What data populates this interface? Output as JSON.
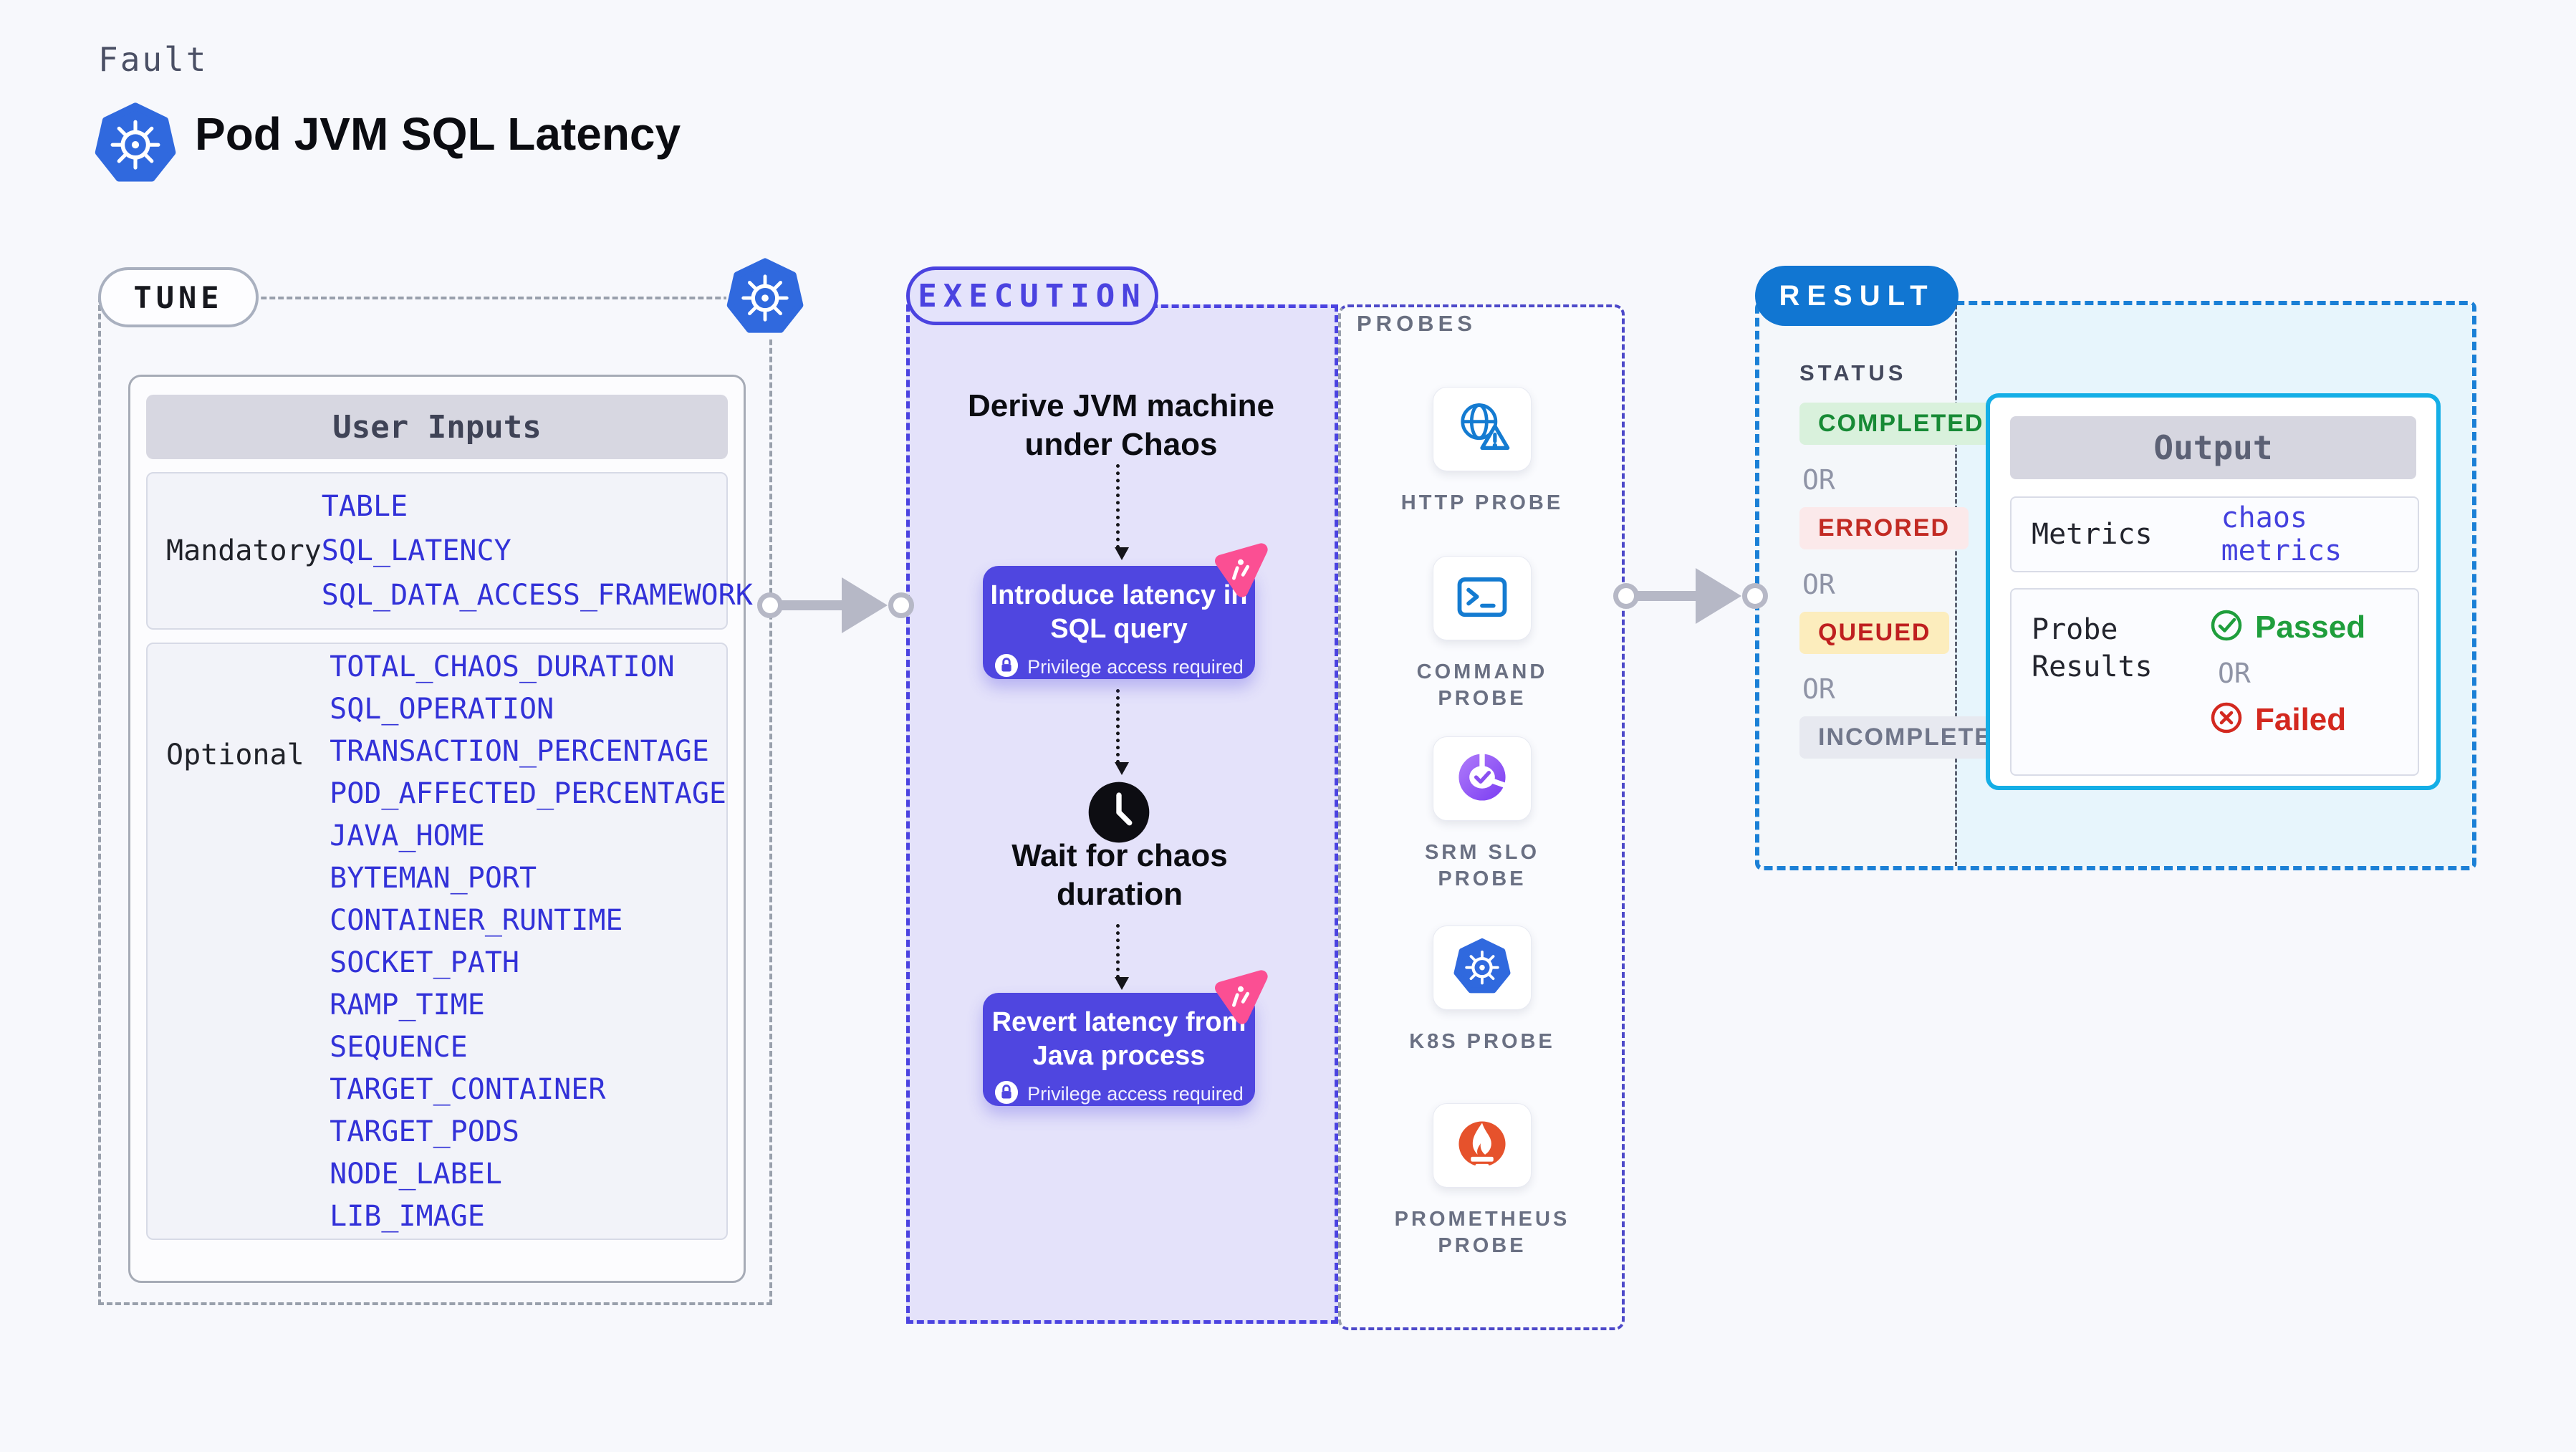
{
  "page": {
    "eyebrow": "Fault",
    "title": "Pod JVM SQL Latency"
  },
  "tune": {
    "badge": "TUNE",
    "card_header": "User Inputs",
    "mandatory": {
      "label": "Mandatory",
      "params": [
        "TABLE",
        "SQL_LATENCY",
        "SQL_DATA_ACCESS_FRAMEWORK"
      ]
    },
    "optional": {
      "label": "Optional",
      "params": [
        "TOTAL_CHAOS_DURATION",
        "SQL_OPERATION",
        "TRANSACTION_PERCENTAGE",
        "POD_AFFECTED_PERCENTAGE",
        "JAVA_HOME",
        "BYTEMAN_PORT",
        "CONTAINER_RUNTIME",
        "SOCKET_PATH",
        "RAMP_TIME",
        "SEQUENCE",
        "TARGET_CONTAINER",
        "TARGET_PODS",
        "NODE_LABEL",
        "LIB_IMAGE"
      ]
    }
  },
  "execution": {
    "badge": "EXECUTION",
    "step_derive": "Derive JVM machine under Chaos",
    "action_introduce": "Introduce latency in SQL query",
    "wait_step": "Wait for chaos duration",
    "action_revert": "Revert latency from Java process",
    "privilege_note": "Privilege access required"
  },
  "probes": {
    "label": "PROBES",
    "items": [
      {
        "name": "HTTP PROBE",
        "icon": "globe-alert-icon"
      },
      {
        "name": "COMMAND PROBE",
        "icon": "terminal-icon"
      },
      {
        "name": "SRM SLO PROBE",
        "icon": "slo-pie-icon"
      },
      {
        "name": "K8S PROBE",
        "icon": "kubernetes-icon"
      },
      {
        "name": "PROMETHEUS PROBE",
        "icon": "prometheus-icon"
      }
    ]
  },
  "result": {
    "badge": "RESULT",
    "status_label": "STATUS",
    "or_label": "OR",
    "statuses": [
      {
        "label": "COMPLETED",
        "bg": "#d9f1dc",
        "color": "#178a35"
      },
      {
        "label": "ERRORED",
        "bg": "#fbe9ea",
        "color": "#c22a23"
      },
      {
        "label": "QUEUED",
        "bg": "#fcedbd",
        "color": "#bf1f1f"
      },
      {
        "label": "INCOMPLETED",
        "bg": "#e7e9f0",
        "color": "#70768a"
      }
    ],
    "output": {
      "header": "Output",
      "metrics_label": "Metrics",
      "metrics_value": "chaos metrics",
      "probe_results_label": "Probe Results",
      "or_label": "OR",
      "passed": "Passed",
      "failed": "Failed"
    }
  },
  "colors": {
    "accent_indigo": "#4b43e0",
    "accent_blue": "#1176d2",
    "accent_cyan": "#14aee6",
    "action_purple": "#4f46e0",
    "param_blue": "#3231d8",
    "passed_green": "#1f9e3c",
    "failed_red": "#d3281f",
    "litmus_pink": "#fb4f93",
    "k8s_blue": "#3069de",
    "prometheus_orange": "#e6522c"
  }
}
